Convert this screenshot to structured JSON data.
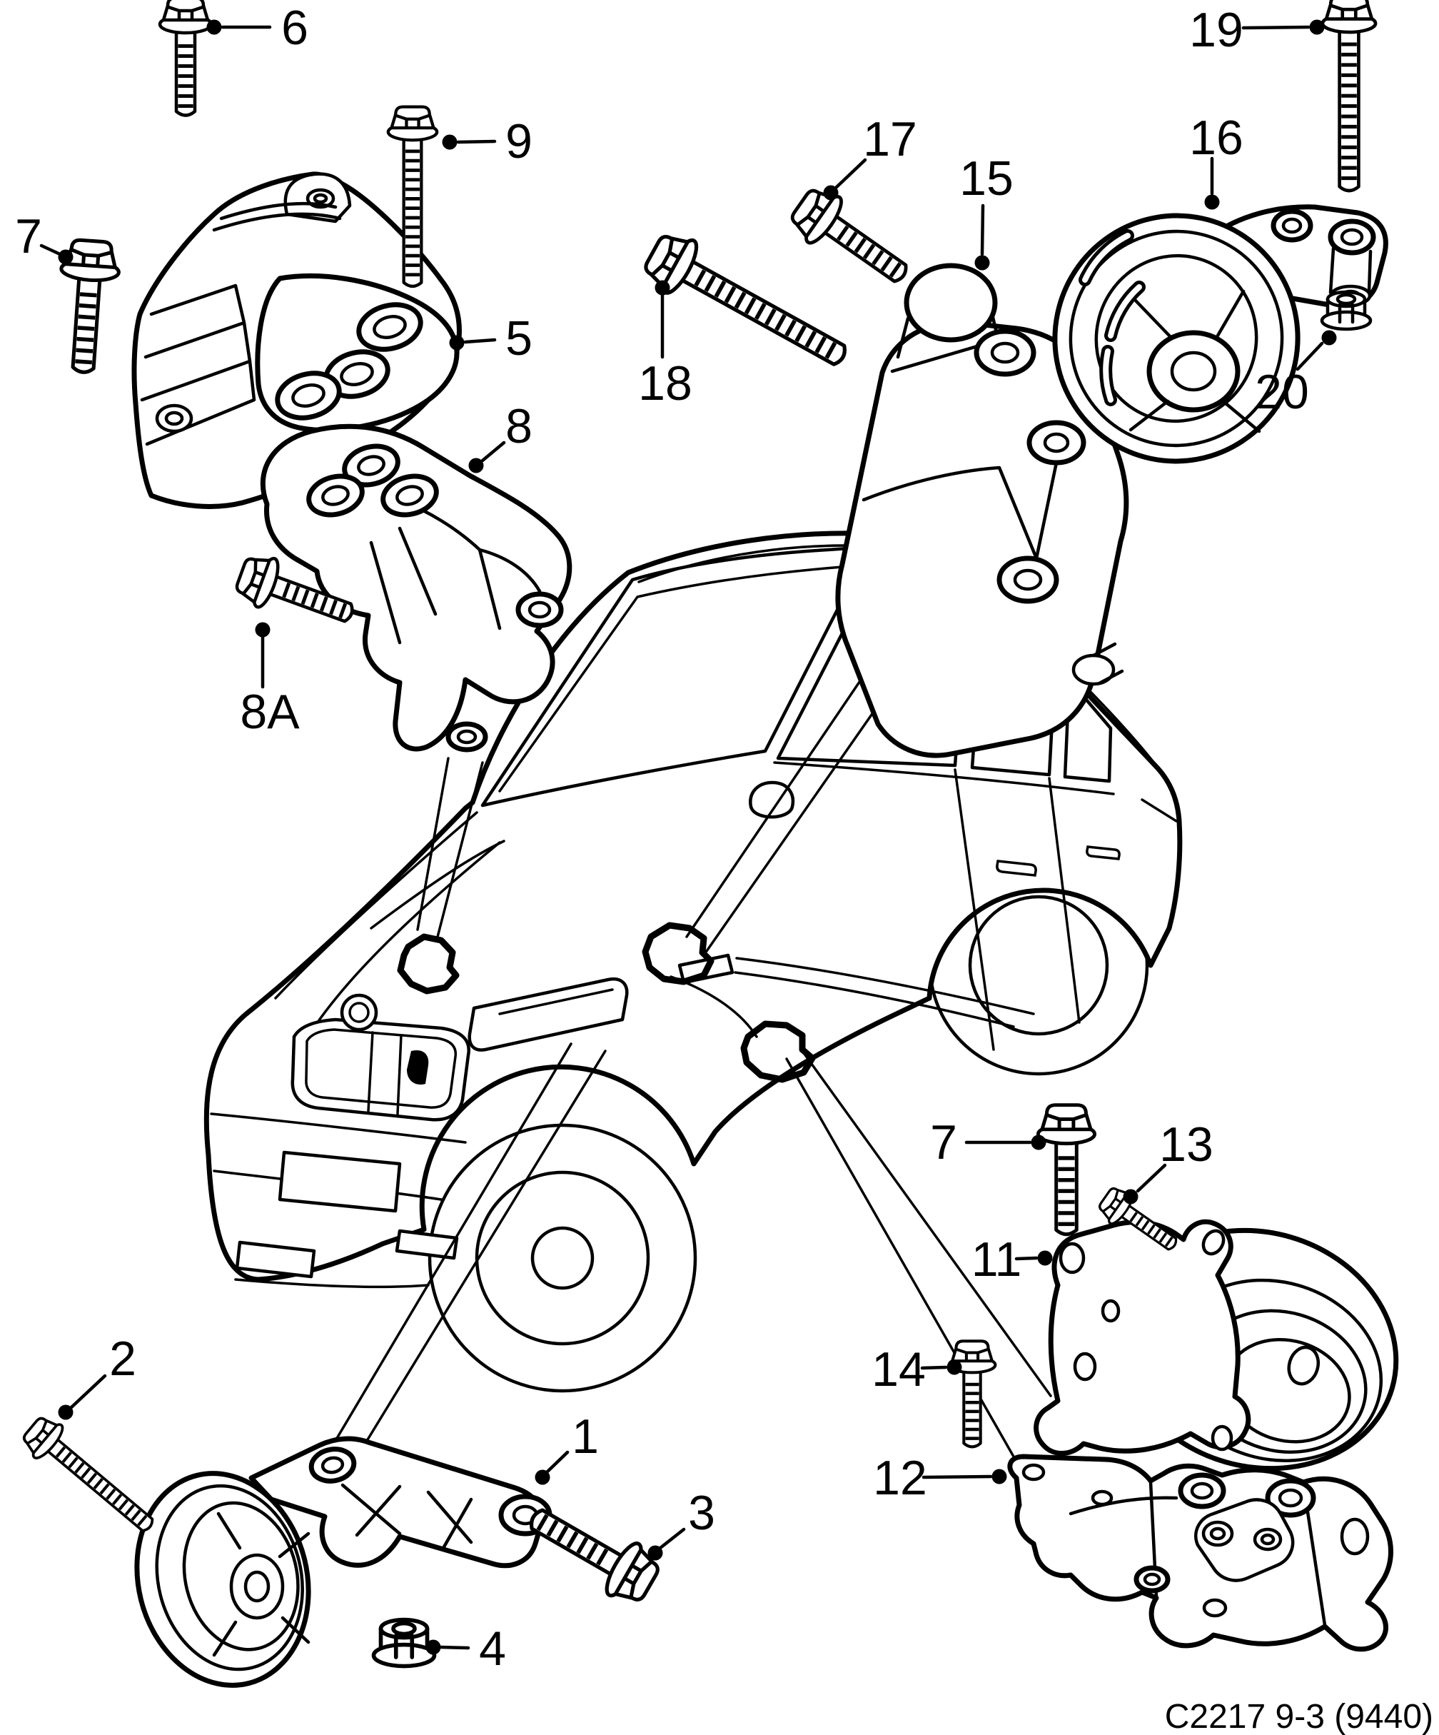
{
  "document": {
    "kind": "vehicle parts exploded diagram",
    "caption": {
      "text": "C2217 9-3 (9440)"
    }
  },
  "colors": {
    "ink": "#000000",
    "paper": "#ffffff"
  },
  "callouts": [
    {
      "id": "c6",
      "label": "6"
    },
    {
      "id": "c9",
      "label": "9"
    },
    {
      "id": "c7a",
      "label": "7"
    },
    {
      "id": "c5",
      "label": "5"
    },
    {
      "id": "c8",
      "label": "8"
    },
    {
      "id": "c8a",
      "label": "8A"
    },
    {
      "id": "c17",
      "label": "17"
    },
    {
      "id": "c15",
      "label": "15"
    },
    {
      "id": "c18",
      "label": "18"
    },
    {
      "id": "c19",
      "label": "19"
    },
    {
      "id": "c16",
      "label": "16"
    },
    {
      "id": "c20",
      "label": "20"
    },
    {
      "id": "c2",
      "label": "2"
    },
    {
      "id": "c1",
      "label": "1"
    },
    {
      "id": "c3",
      "label": "3"
    },
    {
      "id": "c4",
      "label": "4"
    },
    {
      "id": "c7b",
      "label": "7"
    },
    {
      "id": "c13",
      "label": "13"
    },
    {
      "id": "c11",
      "label": "11"
    },
    {
      "id": "c14",
      "label": "14"
    },
    {
      "id": "c12",
      "label": "12"
    }
  ]
}
